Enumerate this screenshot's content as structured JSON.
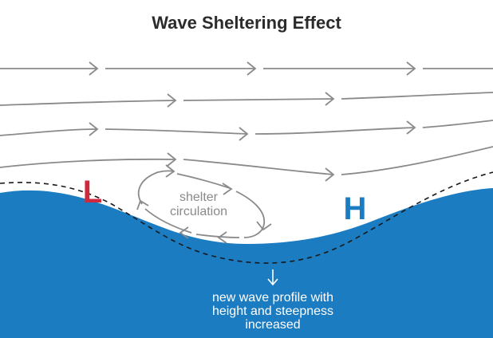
{
  "title": "Wave Sheltering Effect",
  "labels": {
    "low": "L",
    "high": "H",
    "shelter_line1": "shelter",
    "shelter_line2": "circulation",
    "profile_line1": "new wave profile with",
    "profile_line2": "height and steepness",
    "profile_line3": "increased"
  },
  "colors": {
    "water": "#1b7cc2",
    "low": "#d0283c",
    "high": "#1b7cc2",
    "flow": "#8a8a8a",
    "title": "#2b2b2b",
    "dashed_profile": "#1a1a1a"
  },
  "icons": {
    "profile_arrow": "down-arrow-icon"
  }
}
